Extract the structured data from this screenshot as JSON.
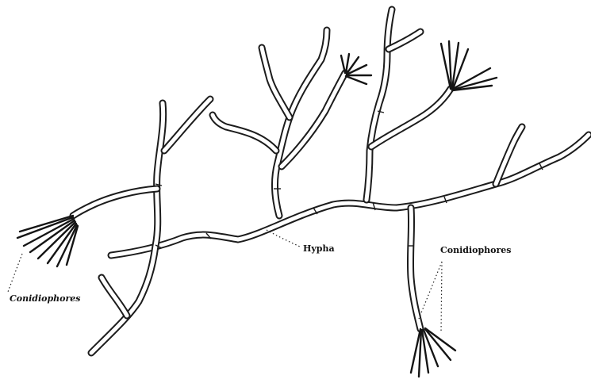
{
  "figure": {
    "labels": {
      "hypha": "Hypha",
      "conidiophores_left": "Conidiophores",
      "conidiophores_right": "Conidiophores"
    }
  },
  "style": {
    "line_color": "#1c1c1c",
    "background": "#ffffff"
  }
}
